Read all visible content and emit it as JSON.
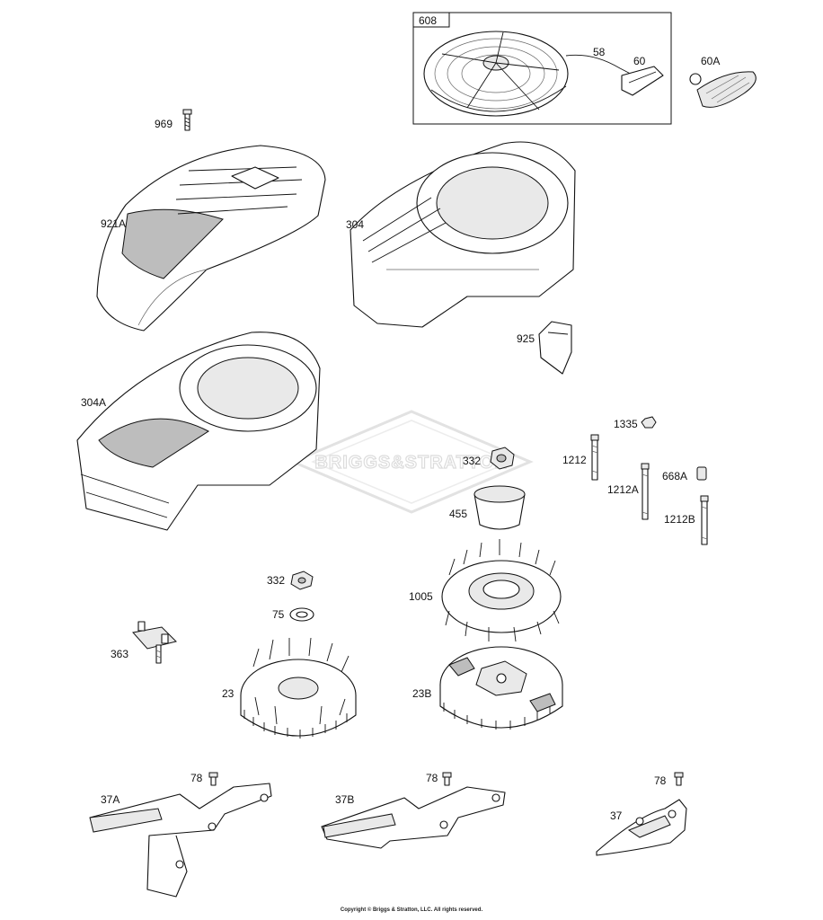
{
  "parts": [
    {
      "id": "608",
      "label": "608"
    },
    {
      "id": "58",
      "label": "58"
    },
    {
      "id": "60",
      "label": "60"
    },
    {
      "id": "60A",
      "label": "60A"
    },
    {
      "id": "969",
      "label": "969"
    },
    {
      "id": "921A",
      "label": "921A"
    },
    {
      "id": "304",
      "label": "304"
    },
    {
      "id": "925",
      "label": "925"
    },
    {
      "id": "304A",
      "label": "304A"
    },
    {
      "id": "1335",
      "label": "1335"
    },
    {
      "id": "1212",
      "label": "1212"
    },
    {
      "id": "332-top",
      "label": "332"
    },
    {
      "id": "668A",
      "label": "668A"
    },
    {
      "id": "1212A",
      "label": "1212A"
    },
    {
      "id": "455",
      "label": "455"
    },
    {
      "id": "1212B",
      "label": "1212B"
    },
    {
      "id": "332-bottom",
      "label": "332"
    },
    {
      "id": "1005",
      "label": "1005"
    },
    {
      "id": "75",
      "label": "75"
    },
    {
      "id": "363",
      "label": "363"
    },
    {
      "id": "23",
      "label": "23"
    },
    {
      "id": "23B",
      "label": "23B"
    },
    {
      "id": "78-a",
      "label": "78"
    },
    {
      "id": "78-b",
      "label": "78"
    },
    {
      "id": "78-c",
      "label": "78"
    },
    {
      "id": "37A",
      "label": "37A"
    },
    {
      "id": "37B",
      "label": "37B"
    },
    {
      "id": "37",
      "label": "37"
    }
  ],
  "watermark": "BRIGGS&STRATTON",
  "copyright": "Copyright © Briggs & Stratton, LLC. All rights reserved."
}
